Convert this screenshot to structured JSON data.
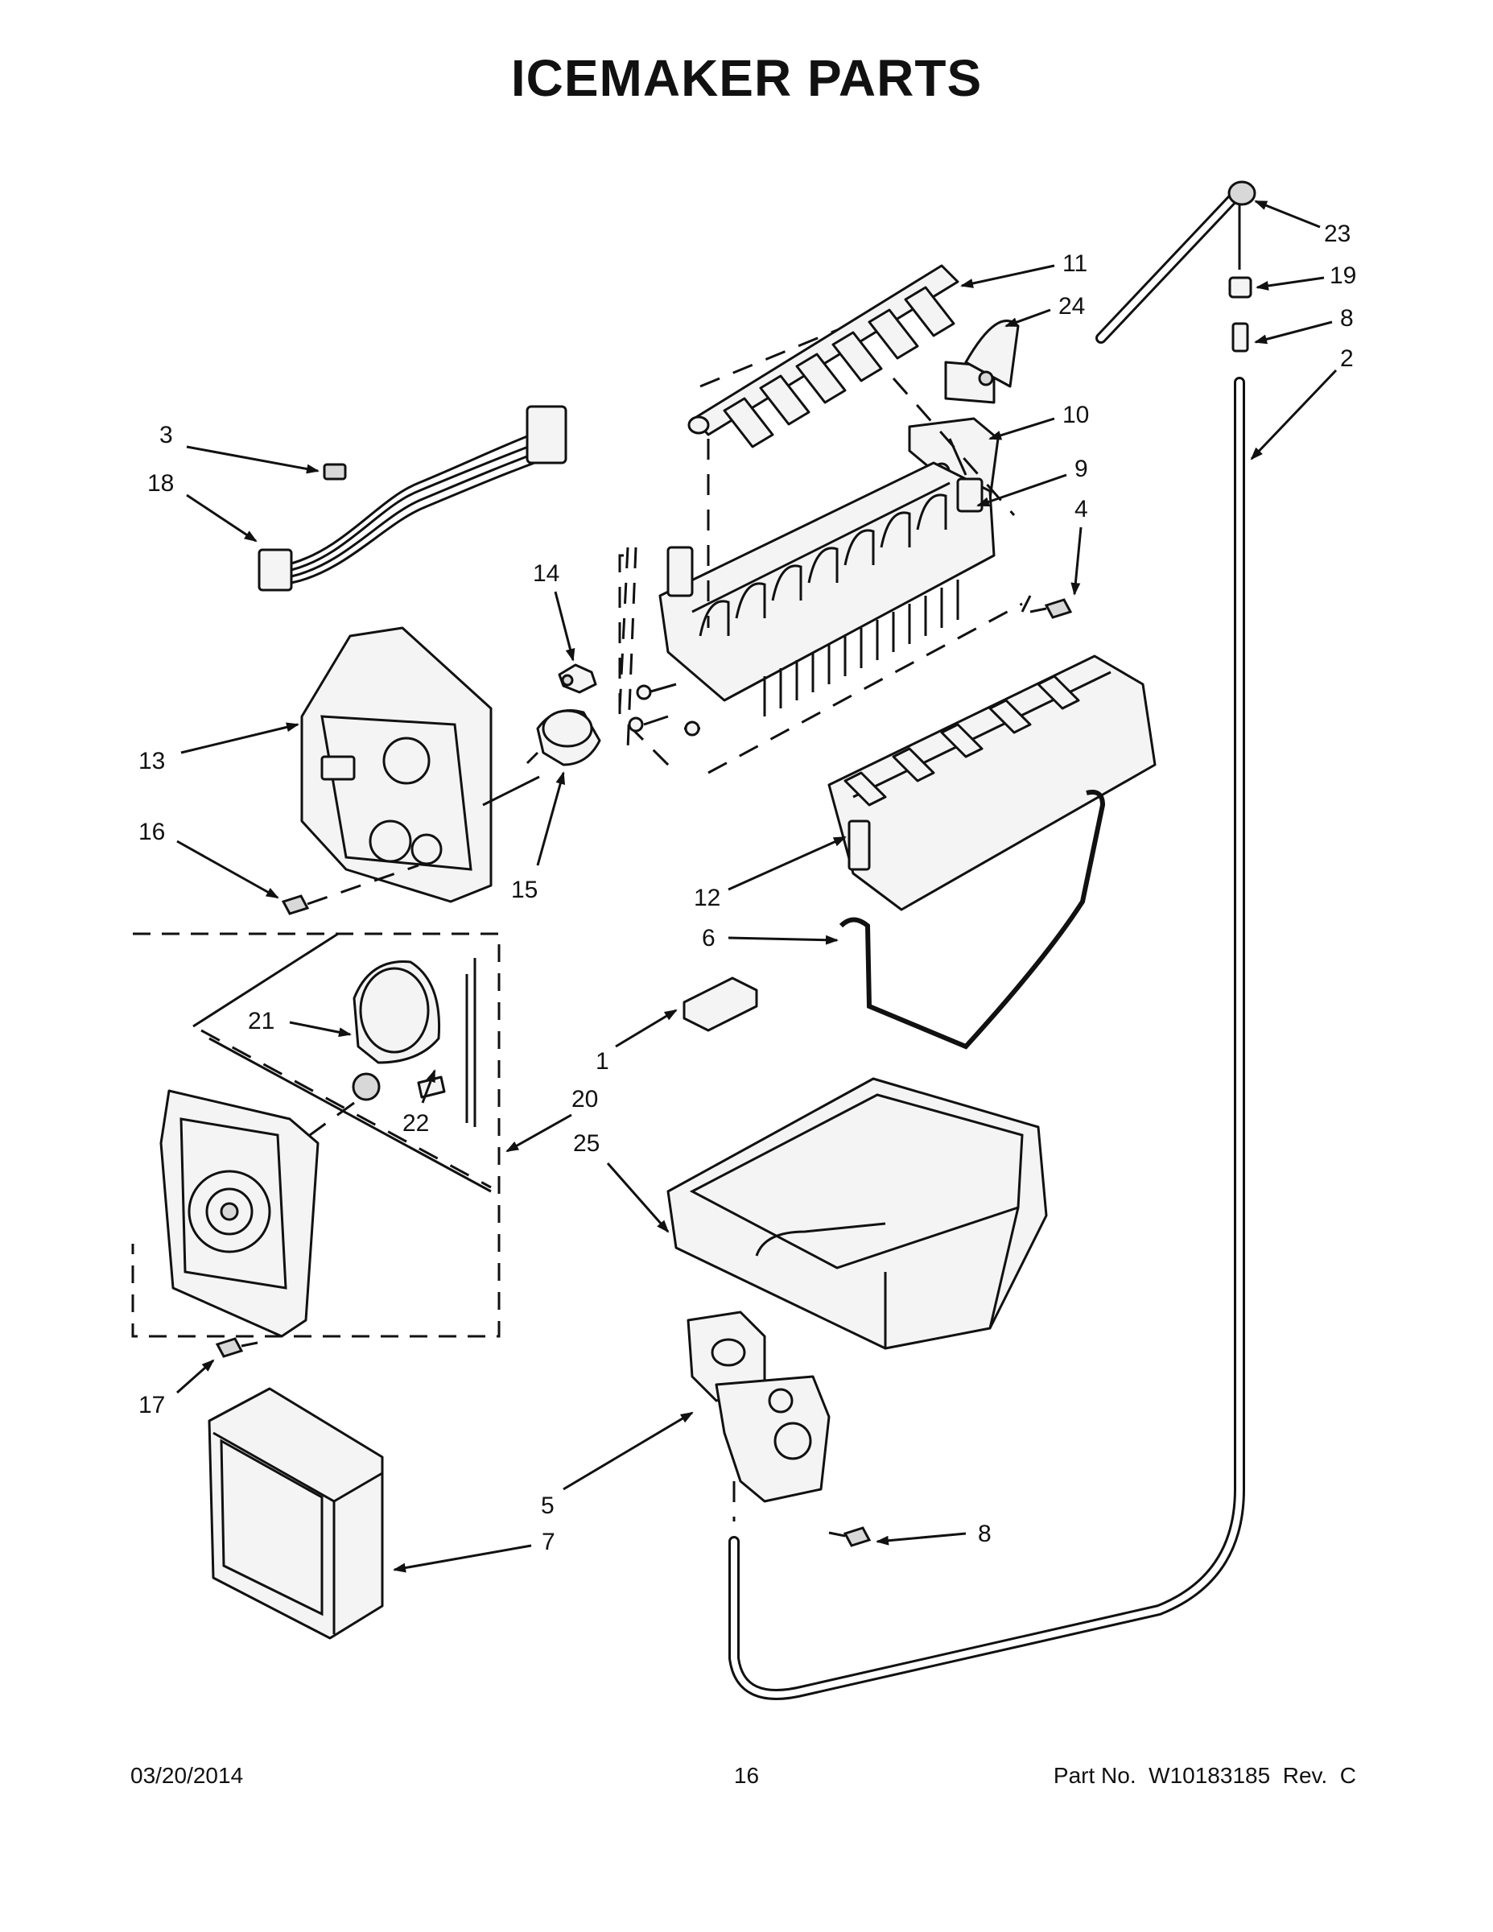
{
  "title": "ICEMAKER PARTS",
  "footer": {
    "date": "03/20/2014",
    "page": "16",
    "part_number": "Part No.  W10183185  Rev.  C"
  },
  "callouts": [
    "1",
    "2",
    "3",
    "4",
    "5",
    "6",
    "7",
    "8",
    "8",
    "9",
    "10",
    "11",
    "12",
    "13",
    "14",
    "15",
    "16",
    "17",
    "18",
    "19",
    "20",
    "21",
    "22",
    "23",
    "24",
    "25"
  ],
  "colors": {
    "line": "#111111",
    "background": "#ffffff",
    "part_fill": "#f4f4f4"
  }
}
